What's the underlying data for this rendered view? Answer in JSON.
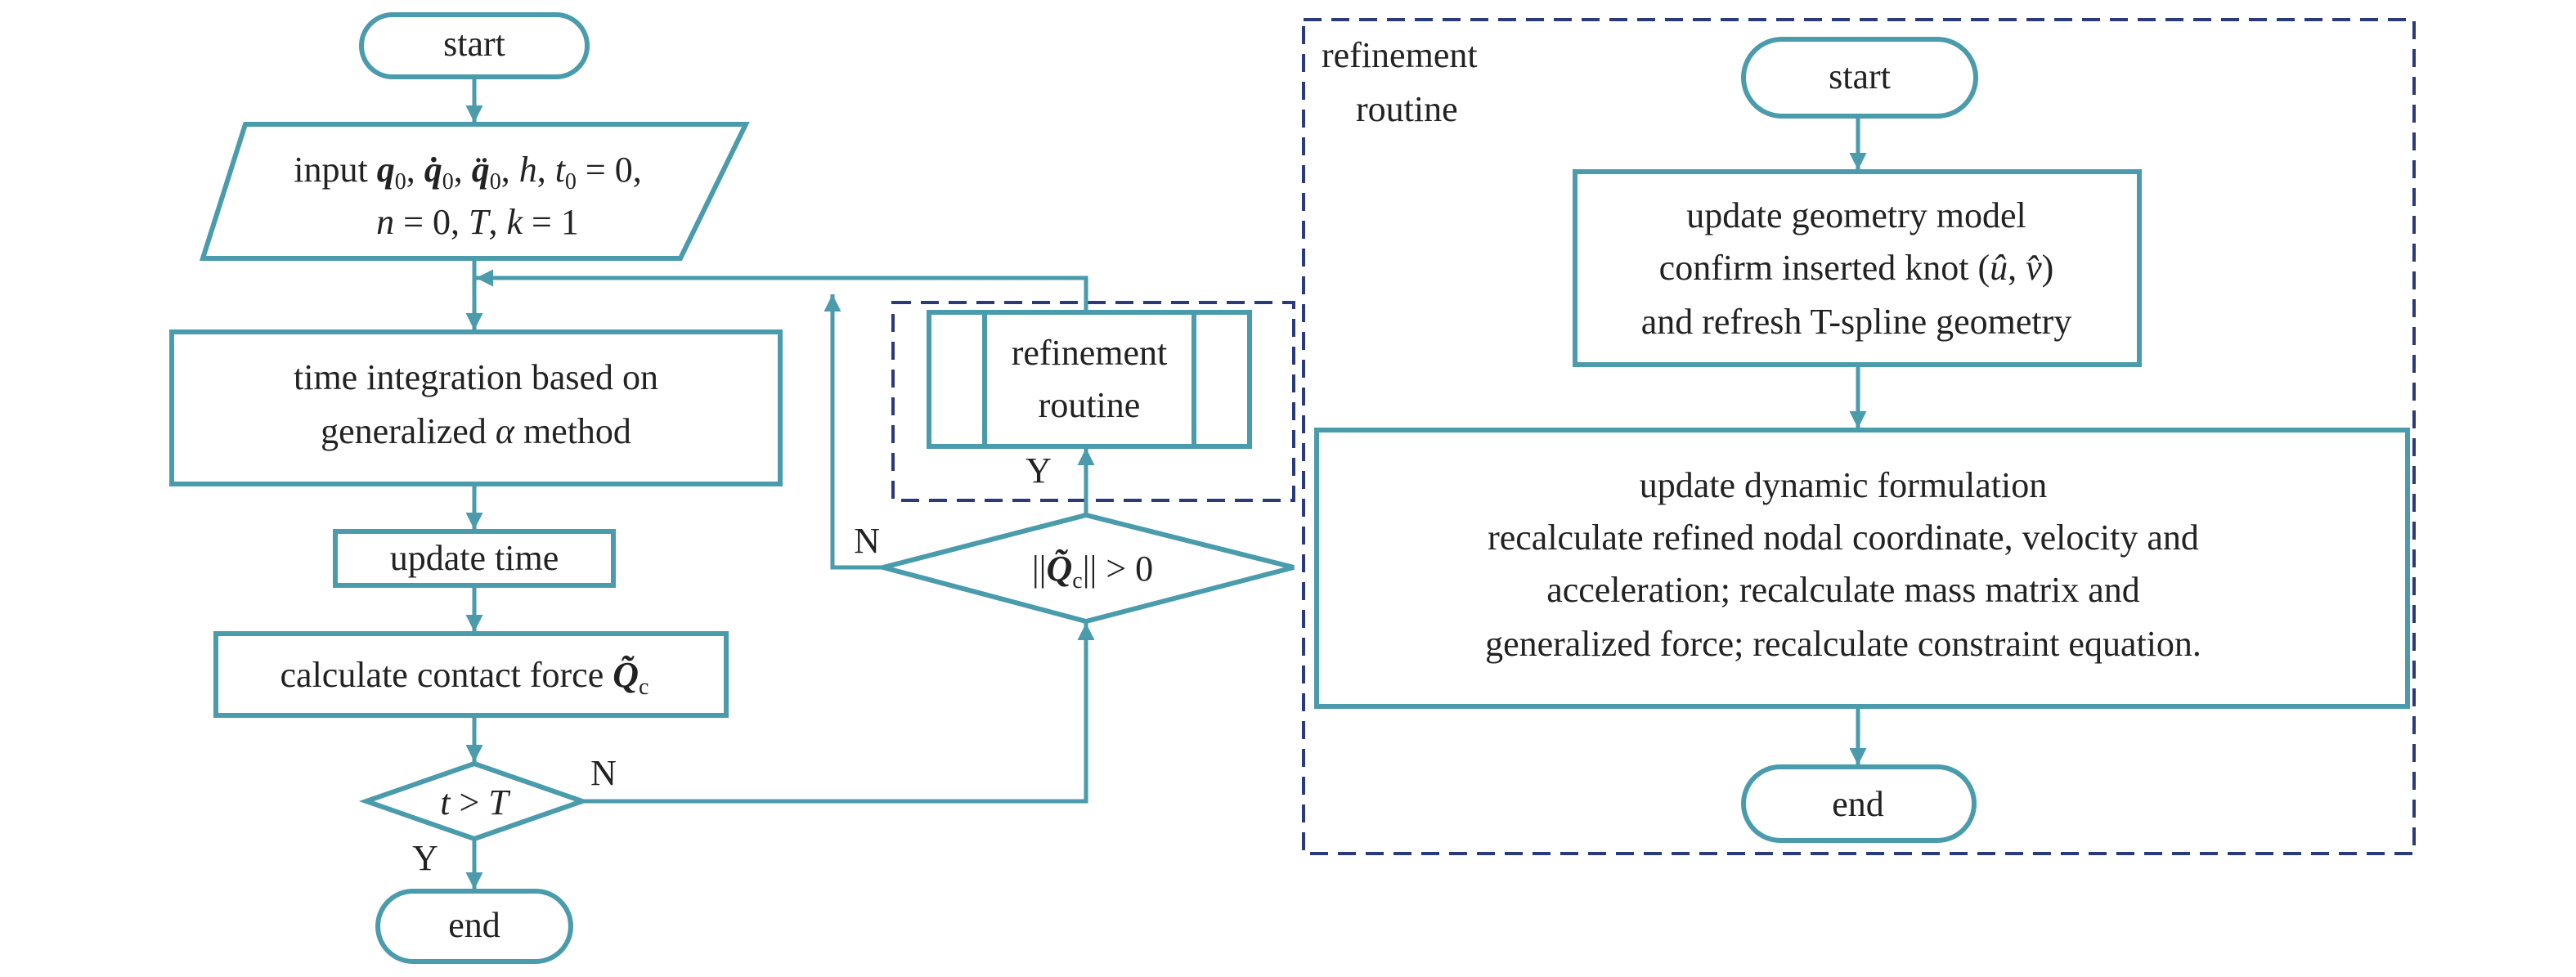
{
  "colors": {
    "shape_stroke": "#4a9bab",
    "arrow": "#4a9bab",
    "dashed_frame": "#2b3a7a",
    "text": "#222222",
    "background": "#ffffff"
  },
  "main_flow": {
    "start": "start",
    "input_line1_prefix": "input ",
    "input_q0": "q",
    "input_q0_sub": "0",
    "input_sep": ", ",
    "input_qdot0": "q̇",
    "input_qdot0_sub": "0",
    "input_qddot0": "q̈",
    "input_qddot0_sub": "0",
    "input_h": "h",
    "input_t0": "t",
    "input_t0_sub": "0",
    "input_eq0": " = 0,",
    "input_line2_n": "n",
    "input_line2_n_eq": " = 0, ",
    "input_line2_T": "T",
    "input_line2_k": "k",
    "input_line2_k_eq": " = 1",
    "integration_line1": "time integration based on",
    "integration_line2_prefix": "generalized ",
    "integration_line2_alpha": "α",
    "integration_line2_suffix": " method",
    "update_time": "update time",
    "contact_force_prefix": "calculate contact force ",
    "contact_force_symbol": "Q̃",
    "contact_force_sub": "c",
    "decision_t": "t",
    "decision_gt": " > ",
    "decision_T": "T",
    "yes_label": "Y",
    "no_label": "N",
    "end": "end"
  },
  "middle": {
    "refinement_box_line1": "refinement",
    "refinement_box_line2": "routine",
    "decision_prefix": "||",
    "decision_symbol": "Q̃",
    "decision_sub": "c",
    "decision_suffix": "|| > 0",
    "yes_label": "Y",
    "no_label": "N"
  },
  "refinement_routine": {
    "frame_label_line1": "refinement",
    "frame_label_line2": "routine",
    "start": "start",
    "geometry_line1": "update geometry model",
    "geometry_line2_prefix": "confirm inserted knot (",
    "geometry_line2_u": "û",
    "geometry_line2_sep": ", ",
    "geometry_line2_v": "v̂",
    "geometry_line2_suffix": ")",
    "geometry_line3": "and refresh T-spline geometry",
    "dynamic_line1": "update dynamic formulation",
    "dynamic_line2": "recalculate refined nodal coordinate, velocity and",
    "dynamic_line3": "acceleration; recalculate mass matrix and",
    "dynamic_line4": "generalized force; recalculate constraint equation.",
    "end": "end"
  }
}
